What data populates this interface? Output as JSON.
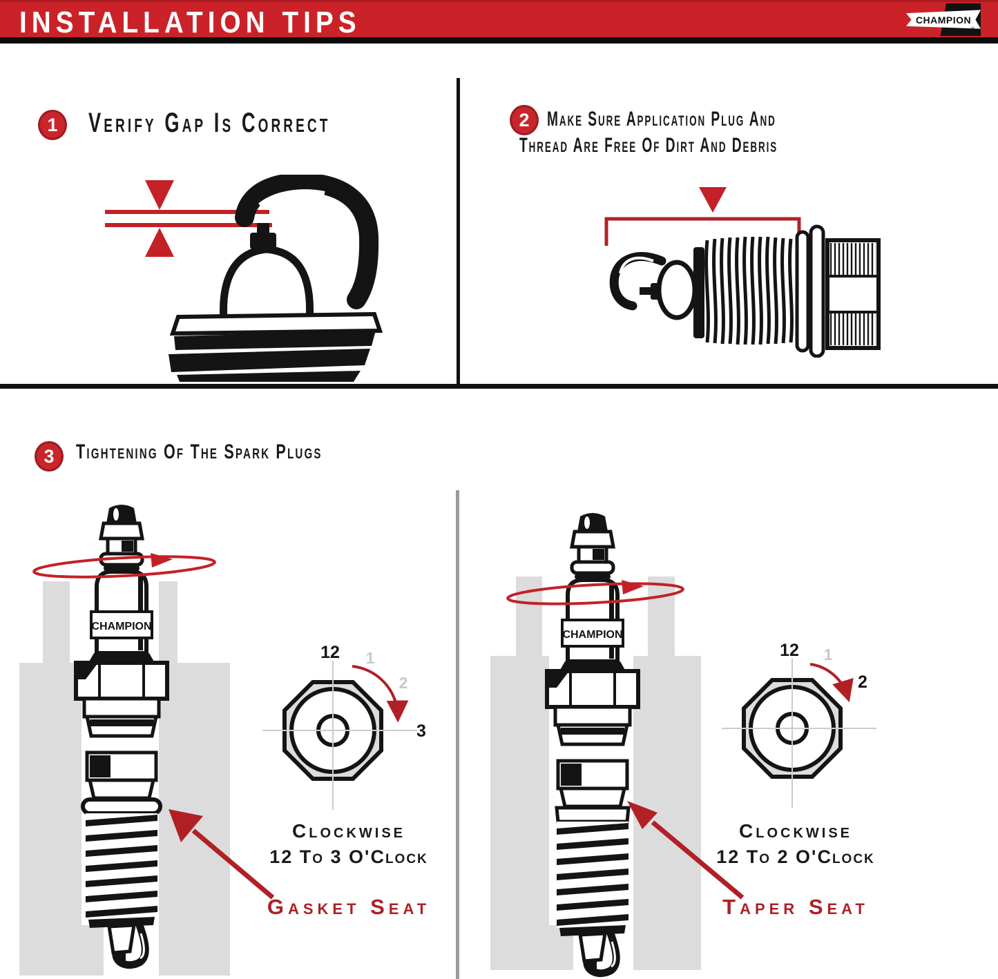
{
  "header": {
    "title": "INSTALLATION TIPS",
    "logo_text": "CHAMPION",
    "trademark": "®"
  },
  "tip1": {
    "number": "1",
    "title": "Verify Gap Is Correct"
  },
  "tip2": {
    "number": "2",
    "title_line1": "Make Sure Application Plug And",
    "title_line2": "Thread Are Free Of Dirt And Debris"
  },
  "tip3": {
    "number": "3",
    "title": "Tightening Of The Spark Plugs",
    "left": {
      "plug_brand": "CHAMPION",
      "clock_labels": {
        "twelve": "12",
        "one": "1",
        "two": "2",
        "three": "3"
      },
      "direction_line1": "Clockwise",
      "direction_line2": "12 To 3 O'Clock",
      "seat_label": "Gasket Seat"
    },
    "right": {
      "plug_brand": "CHAMPION",
      "clock_labels": {
        "twelve": "12",
        "one": "1",
        "two": "2"
      },
      "direction_line1": "Clockwise",
      "direction_line2": "12 To 2 O'Clock",
      "seat_label": "Taper Seat"
    }
  },
  "colors": {
    "header_red": "#cb2229",
    "artwork_red": "#c32127",
    "seat_text_red": "#ac2127",
    "arrow_red": "#b02025",
    "silhouette_gray": "#dcdcdc",
    "ink_black": "#141414"
  }
}
